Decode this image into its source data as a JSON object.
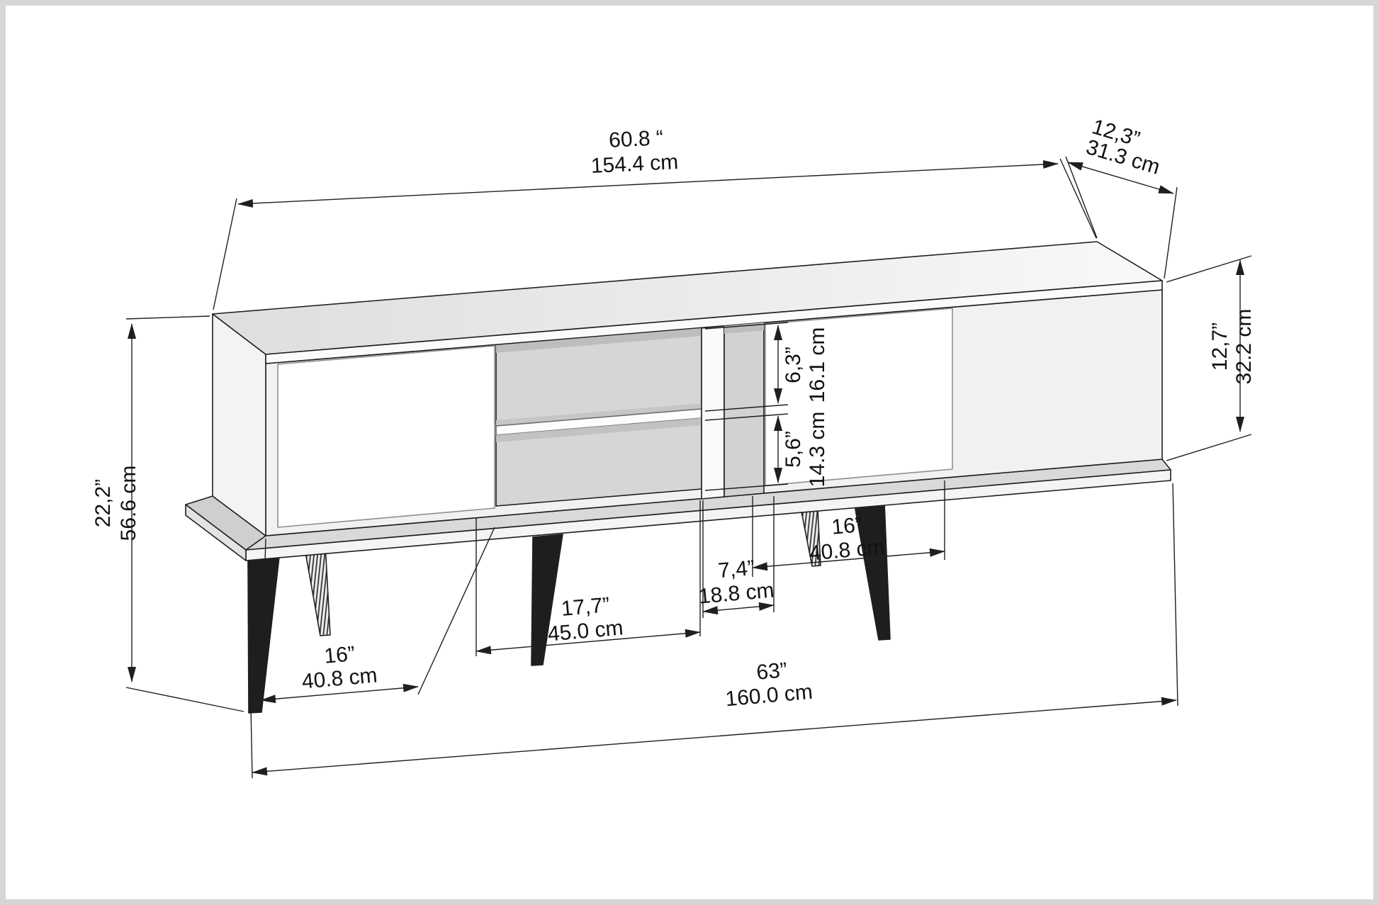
{
  "drawing": "tv-stand-dimension-drawing",
  "colors": {
    "line": "#1f1f1f",
    "dim_text": "#121212",
    "door_fill": "#ffffff",
    "panel_light": "#f1f1f1",
    "interior": "#d6d6d6",
    "leg_fill": "#1e1e1e",
    "frame_border": "#d6d6d6"
  },
  "dimensions": {
    "top_width": {
      "inches": "60.8 “",
      "cm": "154.4 cm"
    },
    "top_depth": {
      "inches": "12,3”",
      "cm": "31.3 cm"
    },
    "body_height": {
      "inches": "12,7”",
      "cm": "32.2 cm"
    },
    "total_height": {
      "inches": "22,2”",
      "cm": "56.6 cm"
    },
    "upper_opening_height": {
      "inches": "6,3”",
      "cm": "16.1 cm"
    },
    "lower_opening_height": {
      "inches": "5,6”",
      "cm": "14.3 cm"
    },
    "right_door_width": {
      "inches": "16”",
      "cm": "40.8 cm"
    },
    "center_niche_width": {
      "inches": "7,4”",
      "cm": "18.8 cm"
    },
    "middle_section_width": {
      "inches": "17,7”",
      "cm": "45.0 cm"
    },
    "left_door_width": {
      "inches": "16”",
      "cm": "40.8 cm"
    },
    "total_width": {
      "inches": "63”",
      "cm": "160.0 cm"
    }
  }
}
